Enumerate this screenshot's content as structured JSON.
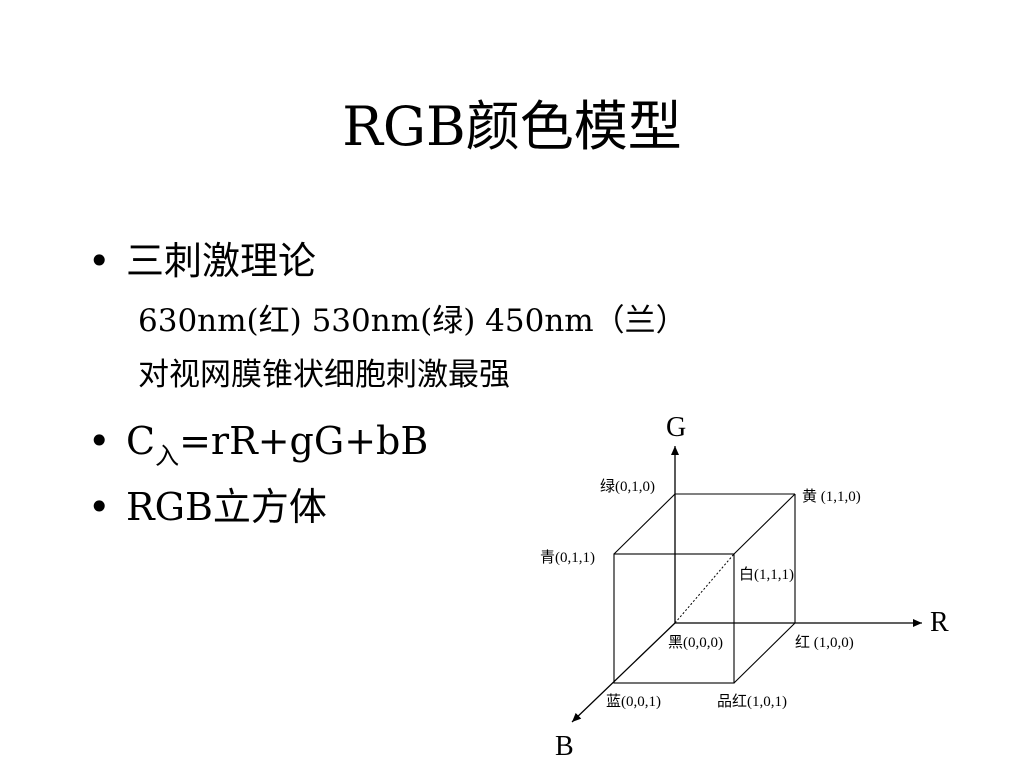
{
  "title": "RGB颜色模型",
  "bullets": {
    "b1": "三刺激理论",
    "b1_line1": "630nm(红) 530nm(绿) 450nm（兰）",
    "b1_line2": "对视网膜锥状细胞刺激最强",
    "b2_c": "C",
    "b2_sub": "入",
    "b2_rest": "=rR+gG+bB",
    "b3": "RGB立方体",
    "bullet_glyph": "•"
  },
  "cube": {
    "axis_g": "G",
    "axis_r": "R",
    "axis_b": "B",
    "v_green": "绿(0,1,0)",
    "v_yellow": "黄 (1,1,0)",
    "v_cyan": "青(0,1,1)",
    "v_white": "白(1,1,1)",
    "v_black": "黑(0,0,0)",
    "v_red": "红 (1,0,0)",
    "v_blue": "蓝(0,0,1)",
    "v_magenta": "品红(1,0,1)"
  }
}
